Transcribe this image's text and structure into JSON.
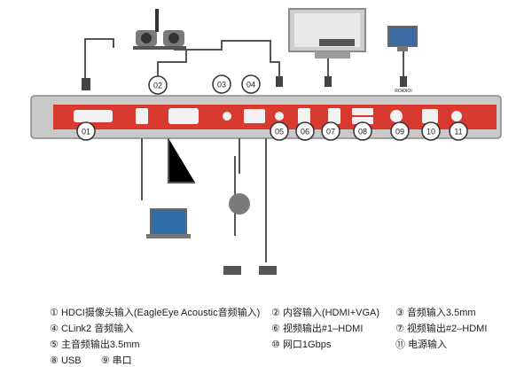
{
  "ports": [
    {
      "num": "01"
    },
    {
      "num": "02"
    },
    {
      "num": "03"
    },
    {
      "num": "04"
    },
    {
      "num": "05"
    },
    {
      "num": "06"
    },
    {
      "num": "07"
    },
    {
      "num": "08"
    },
    {
      "num": "09"
    },
    {
      "num": "10"
    },
    {
      "num": "11"
    }
  ],
  "panel_labels": {
    "serial_small": "ROIOIOI"
  },
  "legend": [
    {
      "mark": "①",
      "text": "HDCI摄像头输入(EagleEye Acoustic音频输入)"
    },
    {
      "mark": "②",
      "text": "内容输入(HDMI+VGA)"
    },
    {
      "mark": "③",
      "text": "音频输入3.5mm"
    },
    {
      "mark": "④",
      "text": "CLink2 音频输入"
    },
    {
      "mark": "⑤",
      "text": "主音频输出3.5mm"
    },
    {
      "mark": "⑥",
      "text": "视频输出#1–HDMI"
    },
    {
      "mark": "⑦",
      "text": "视频输出#2–HDMI"
    },
    {
      "mark": "⑧",
      "text": "USB"
    },
    {
      "mark": "⑨",
      "text": "串口"
    },
    {
      "mark": "⑩",
      "text": "网口1Gbps"
    },
    {
      "mark": "⑪",
      "text": "电源输入"
    }
  ],
  "colors": {
    "panel_red": "#d93a2f",
    "panel_gray": "#c9c9c9",
    "badge_bg": "#ffffff",
    "cable": "#555555",
    "ink": "#222222"
  }
}
